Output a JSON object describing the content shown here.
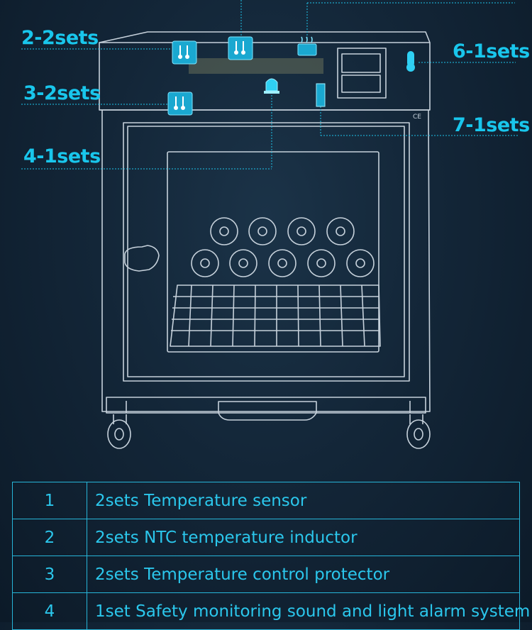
{
  "callouts": [
    {
      "id": "c2",
      "text": "2-2sets"
    },
    {
      "id": "c3",
      "text": "3-2sets"
    },
    {
      "id": "c4",
      "text": "4-1sets"
    },
    {
      "id": "c6",
      "text": "6-1sets"
    },
    {
      "id": "c7",
      "text": "7-1sets"
    }
  ],
  "table": {
    "rows": [
      {
        "num": "1",
        "desc": "2sets Temperature sensor"
      },
      {
        "num": "2",
        "desc": "2sets NTC temperature inductor"
      },
      {
        "num": "3",
        "desc": "2sets Temperature control protector"
      },
      {
        "num": "4",
        "desc": "1set Safety monitoring sound and light alarm system"
      }
    ]
  },
  "colors": {
    "accent": "#1ec4ea",
    "background": "#132638",
    "line": "#c9d3dc"
  }
}
